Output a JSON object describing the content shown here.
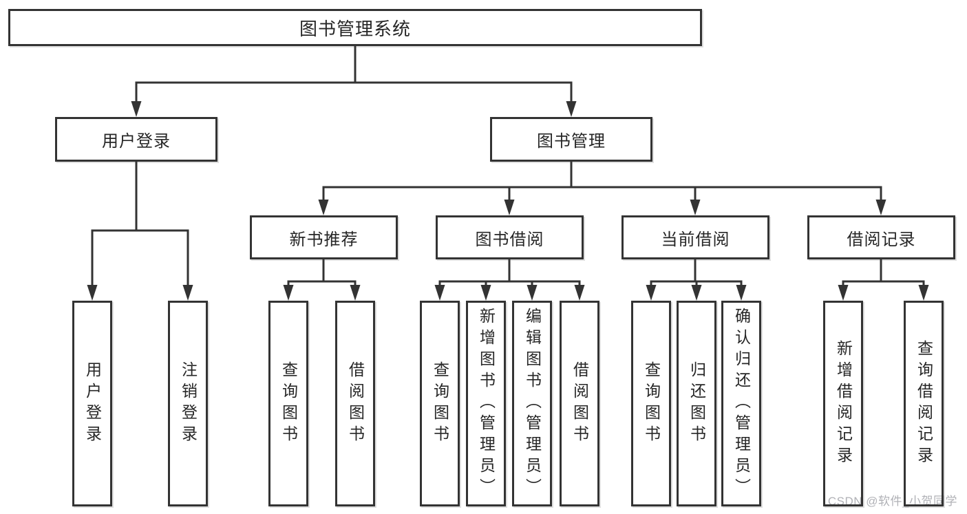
{
  "diagram": {
    "tree": {
      "label": "图书管理系统",
      "children": [
        {
          "label": "用户登录",
          "children": [
            {
              "label": "用户登录"
            },
            {
              "label": "注销登录"
            }
          ]
        },
        {
          "label": "图书管理",
          "children": [
            {
              "label": "新书推荐",
              "children": [
                {
                  "label": "查询图书"
                },
                {
                  "label": "借阅图书"
                }
              ]
            },
            {
              "label": "图书借阅",
              "children": [
                {
                  "label": "查询图书"
                },
                {
                  "label": "新增图书（管理员）"
                },
                {
                  "label": "编辑图书（管理员）"
                },
                {
                  "label": "借阅图书"
                }
              ]
            },
            {
              "label": "当前借阅",
              "children": [
                {
                  "label": "查询图书"
                },
                {
                  "label": "归还图书"
                },
                {
                  "label": "确认归还（管理员）"
                }
              ]
            },
            {
              "label": "借阅记录",
              "children": [
                {
                  "label": "新增借阅记录"
                },
                {
                  "label": "查询借阅记录"
                }
              ]
            }
          ]
        }
      ]
    },
    "colors": {
      "line": "#333333",
      "box_border": "#333333",
      "text": "#262626",
      "watermark": "#b0b1b6",
      "background": "#ffffff"
    }
  },
  "watermark": {
    "text": "CSDN @软件_小贺同学"
  }
}
